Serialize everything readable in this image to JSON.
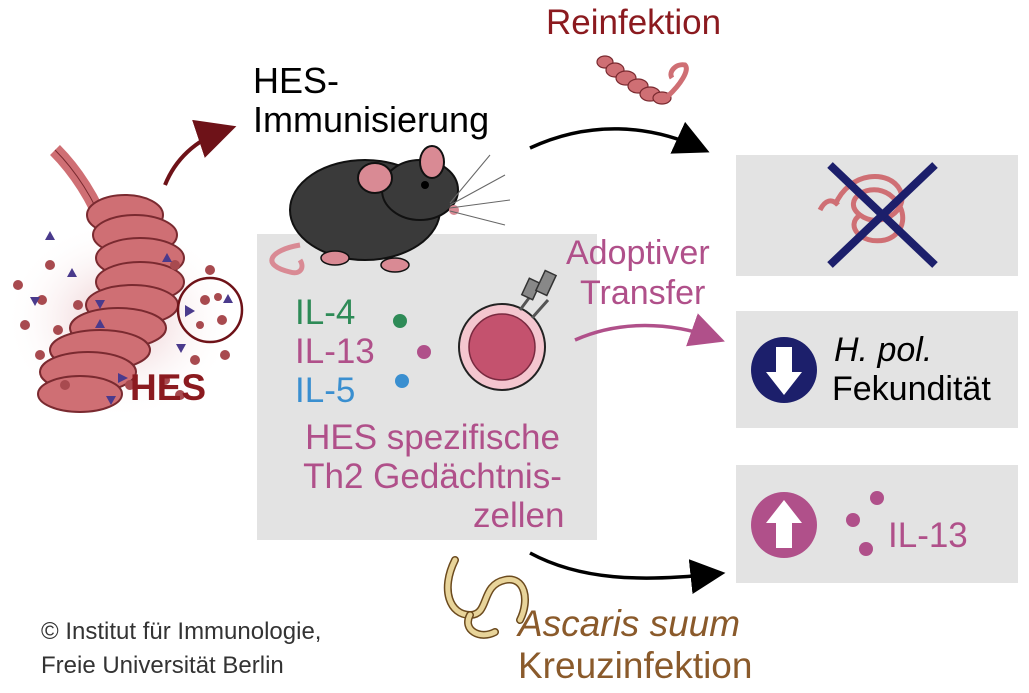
{
  "colors": {
    "dark_red": "#8b1a1f",
    "worm_pink": "#c8686e",
    "magenta": "#b0508a",
    "navy": "#1c1f6b",
    "green": "#2e8b57",
    "blue": "#3a8fd0",
    "brown": "#8a5a2b",
    "box_gray": "#e3e3e3"
  },
  "labels": {
    "hes": "HES",
    "hes_immunization_line1": "HES-",
    "hes_immunization_line2": "Immunisierung",
    "reinfection": "Reinfektion",
    "adoptive_line1": "Adoptiver",
    "adoptive_line2": "Transfer",
    "il4": "IL-4",
    "il13": "IL-13",
    "il5": "IL-5",
    "memory_line1": "HES spezifische",
    "memory_line2": "Th2 Gedächtnis-",
    "memory_line3": "zellen",
    "hpol": "H. pol.",
    "fecundity": "Fekundität",
    "il13_result": "IL-13",
    "ascaris": "Ascaris suum",
    "cross_infection": "Kreuzinfektion",
    "copyright_line1": "© Institut für Immunologie,",
    "copyright_line2": "Freie Universität Berlin"
  },
  "icons": {
    "worm": "worm-icon",
    "mouse": "mouse-icon",
    "t_cell": "t-cell-icon",
    "cross": "cross-icon",
    "down_arrow": "arrow-down-circle-icon",
    "up_arrow": "arrow-up-circle-icon"
  }
}
